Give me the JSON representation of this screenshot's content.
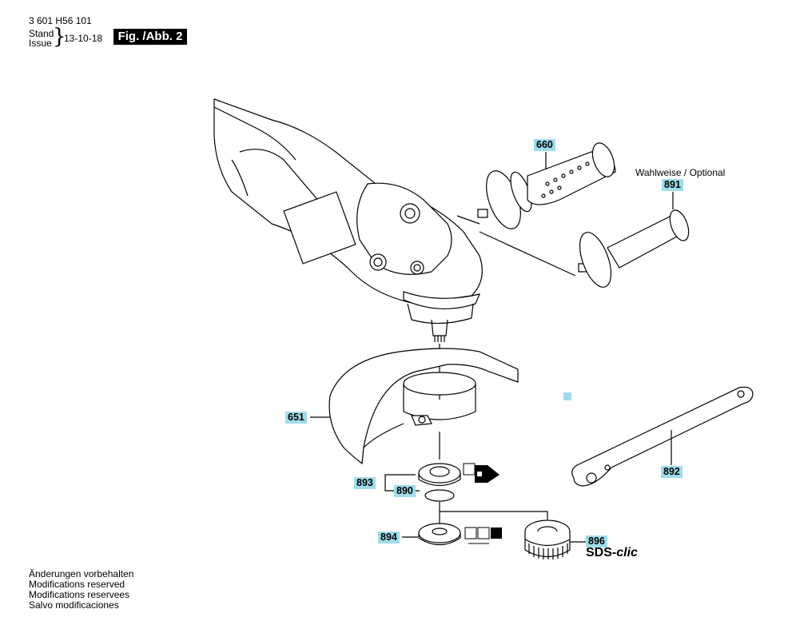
{
  "header": {
    "part_number": "3 601 H56 101",
    "stand": "Stand",
    "issue": "Issue",
    "date": "13-10-18",
    "figure": "Fig. /Abb. 2"
  },
  "labels": {
    "p660": "660",
    "p891": "891",
    "p651": "651",
    "p893": "893",
    "p890": "890",
    "p894": "894",
    "p896": "896",
    "p892": "892",
    "optional_note": "Wahlweise / Optional",
    "sds_main": "SDS-",
    "sds_clic": "clic"
  },
  "notes": [
    "Änderungen vorbehalten",
    "Modifications reserved",
    "Modifications reservees",
    "Salvo modificaciones"
  ],
  "colors": {
    "label_bg": "#9fdcea",
    "line": "#000000"
  }
}
